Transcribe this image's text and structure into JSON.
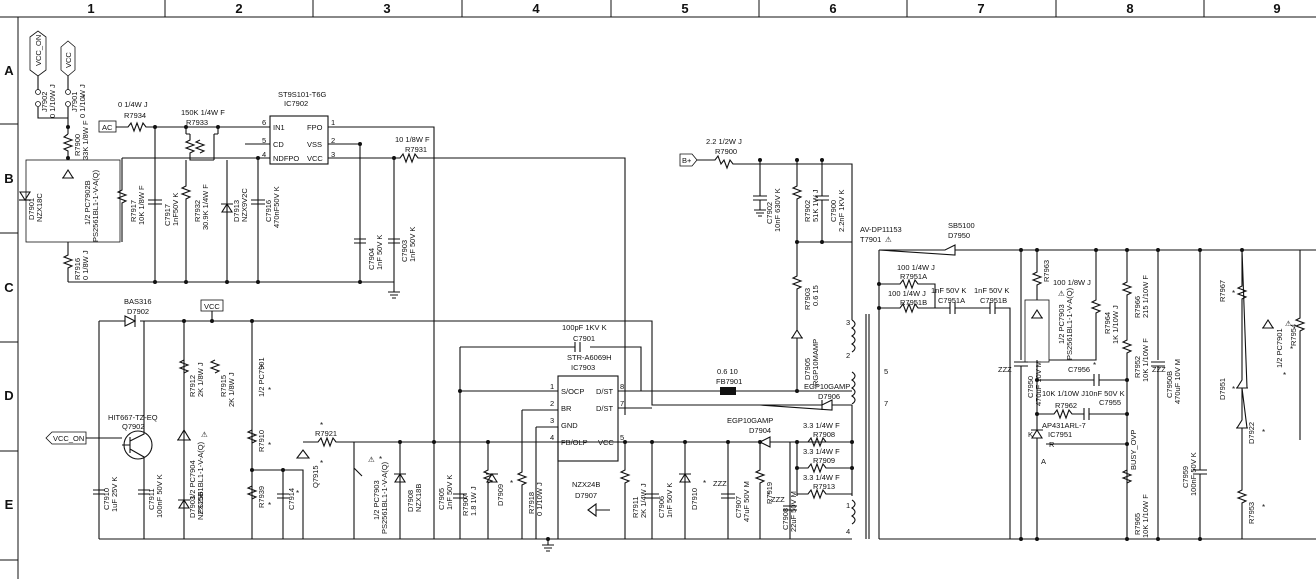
{
  "columns": [
    "1",
    "2",
    "3",
    "4",
    "5",
    "6",
    "7",
    "8",
    "9"
  ],
  "rows": [
    "A",
    "B",
    "C",
    "D",
    "E"
  ],
  "ports": {
    "vcc_on_top": "VCC_ON",
    "vcc_top": "VCC",
    "ac": "AC",
    "b_plus": "B+",
    "vcc_mid": "VCC",
    "vcc_on_left": "VCC_ON"
  },
  "ic7902": {
    "part": "ST9S101-T6G",
    "ref": "IC7902",
    "p1": "IN1",
    "p2": "CD",
    "p3": "NDFPO",
    "fpo": "FPO",
    "vss": "VSS",
    "vcc": "VCC",
    "n6": "6",
    "n5": "5",
    "n4": "4",
    "n1": "1",
    "n2": "2",
    "n3": "3"
  },
  "ic7903": {
    "part": "STR-A6069H",
    "ref": "IC7903",
    "s_ocp": "S/OCP",
    "d_st1": "D/ST",
    "br": "BR",
    "d_st2": "D/ST",
    "gnd": "GND",
    "fb": "FB/OLP",
    "vcc": "VCC",
    "n1": "1",
    "n2": "2",
    "n3": "3",
    "n4": "4",
    "n5": "5",
    "n7": "7",
    "n8": "8"
  },
  "labels": {
    "j7902_ref": "J7902",
    "j7902_val": "0 1/10W J",
    "j7901_ref": "J7901",
    "j7901_val": "0 1/10W J",
    "r7934_val": "0 1/4W J",
    "r7934_ref": "R7934",
    "r7933_val": "150K 1/4W F",
    "r7933_ref": "R7933",
    "r7900_ref": "R7900",
    "r7900_val": "33K 1/8W F",
    "d7901_ref": "D7901",
    "d7901_val": "NZX18C",
    "pc7902_ref": "1/2 PC7902B",
    "pc7902_val": "PS2561BL1-1-V-A(Q)",
    "r7917_ref": "R7917",
    "r7917_val": "10K 1/8W F",
    "r7916_ref": "R7916",
    "r7916_val": "0 1/8W J",
    "c7917_ref": "C7917",
    "c7917_val": "1nF50V K",
    "r7932_ref": "R7932",
    "r7932_val": "30.9K 1/4W F",
    "d7913_ref": "D7913",
    "d7913_val": "NZX9V2C",
    "c7916_ref": "C7916",
    "c7916_val": "470nF50V K",
    "r7931_val": "10 1/8W F",
    "r7931_ref": "R7931",
    "c7904_ref": "C7904",
    "c7904_val": "1nF 50V K",
    "c7903_ref": "C7903",
    "c7903_val": "1nF 50V K",
    "r7900b_val": "2.2 1/2W J",
    "r7900b_ref": "R7900",
    "c7902_ref": "C7902",
    "c7902_val": "10nF 630V K",
    "r7902_ref": "R7902",
    "r7902_val": "51K 1W J",
    "c7900_ref": "C7900",
    "c7900_val": "2.2nF 1KV K",
    "r7903_ref": "R7903",
    "r7903_val": "0.6 15",
    "d7905_ref": "D7905",
    "d7905_val": "RGP10MAMP",
    "t7901_part": "AV-DP11153",
    "t7901_ref": "T7901",
    "d7950_part": "SB5100",
    "d7950_ref": "D7950",
    "r7951a_val": "100 1/4W J",
    "r7951a_ref": "R7951A",
    "r7951b_val": "100 1/4W J",
    "r7951b_ref": "R7951B",
    "c7951a_val": "1nF 50V K",
    "c7951a_ref": "C7951A",
    "c7951b_val": "1nF 50V K",
    "c7951b_ref": "C7951B",
    "r7963_ref": "R7963",
    "r7963_val": "100 1/8W J",
    "pc7903_ref": "1/2 PC7903",
    "pc7903_val": "PS2561BL1-1-V-A(Q)",
    "r7964_ref": "R7964",
    "r7964_val": "1K 1/10W J",
    "r7966_ref": "R7966",
    "r7966_val": "215 1/10W F",
    "c7956_ref": "C7956",
    "c7950_ref": "C7950",
    "c7950_val": "470uF 10V M",
    "r7952_ref": "R7952",
    "r7952_val": "10K 1/10W F",
    "c7950b_ref": "C7950B",
    "c7950b_val": "470uF 10V M",
    "r7962_row": "10K 1/10W J",
    "c7955_val": "10nF 50V K",
    "c7955_ref": "C7955",
    "r7962_ref": "R7962",
    "ic7951_part": "AP431ARL-7",
    "ic7951_ref": "IC7951",
    "k": "K",
    "r": "R",
    "a": "A",
    "busy_ovp": "BUSY_OVP",
    "r7965_ref": "R7965",
    "r7965_val": "10K 1/10W F",
    "c7959_ref": "C7959",
    "c7959_val": "100nF 50V K",
    "r7967_ref": "R7967",
    "pc7901b_ref": "1/2 PC7901",
    "r7954_ref": "R7954",
    "d7951_ref": "D7951",
    "d7922_ref": "D7922",
    "r7953_ref": "R7953",
    "ba316": "BAS316",
    "d7902_ref": "D7902",
    "r7912_ref": "R7912",
    "r7912_val": "2K 1/8W J",
    "r7915_ref": "R7915",
    "r7915_val": "2K 1/8W J",
    "pc7901_ref": "1/2 PC7901",
    "q7902_part": "HIT667-TZ-EQ",
    "q7902_ref": "Q7902",
    "pc7904_ref": "1/2 PC7904",
    "pc7904_val": "PS2561BL1-1-V-A(Q)",
    "c7910_ref": "C7910",
    "c7910_val": "1uF 25V K",
    "c7911_ref": "C7911",
    "c7911_val": "100nF 50V K",
    "d7903_ref": "D7903",
    "d7903_val": "NZX15B",
    "r7910_ref": "R7910",
    "r7939_ref": "R7939",
    "c7914_ref": "C7914",
    "r7921_ref": "R7921",
    "q7915_ref": "Q7915",
    "pc7903b_ref": "1/2 PC7903",
    "pc7903b_val": "PS2561BL1-1-V-A(Q)",
    "d7908_ref": "D7908",
    "d7908_val": "NZX18B",
    "c7905_ref": "C7905",
    "c7905_val": "1nF 50V K",
    "r7907_ref": "R7907",
    "r7907_val": "1.8 1W J",
    "d7909_ref": "D7909",
    "r7918_ref": "R7918",
    "r7918_val": "0 1/10W J",
    "c7901_val": "100pF 1KV K",
    "c7901_ref": "C7901",
    "fb7901_val": "0.6 10",
    "fb7901_ref": "FB7901",
    "d7906_part": "EGP10GAMP",
    "d7906_ref": "D7906",
    "d7904_part": "EGP10GAMP",
    "d7904_ref": "D7904",
    "r7908_val": "3.3 1/4W F",
    "r7908_ref": "R7908",
    "r7909_val": "3.3 1/4W F",
    "r7909_ref": "R7909",
    "r7913_val": "3.3 1/4W F",
    "r7913_ref": "R7913",
    "nzx24b": "NZX24B",
    "d7907_ref": "D7907",
    "r7911_ref": "R7911",
    "r7911_val": "2K 1/4W J",
    "c7906_ref": "C7906",
    "c7906_val": "1nF 50V K",
    "d7910_ref": "D7910",
    "c7907_ref": "C7907",
    "c7907_val": "47uF 50V M",
    "r7919_ref": "R7919",
    "c7908_ref": "C7908",
    "c7908_val": "22uF 50V M",
    "zzz": "ZZZ",
    "pin3": "3",
    "pin2": "2",
    "pin5": "5",
    "pin7": "7",
    "pin1": "1",
    "pin4": "4",
    "star": "*",
    "warn": "⚠"
  }
}
